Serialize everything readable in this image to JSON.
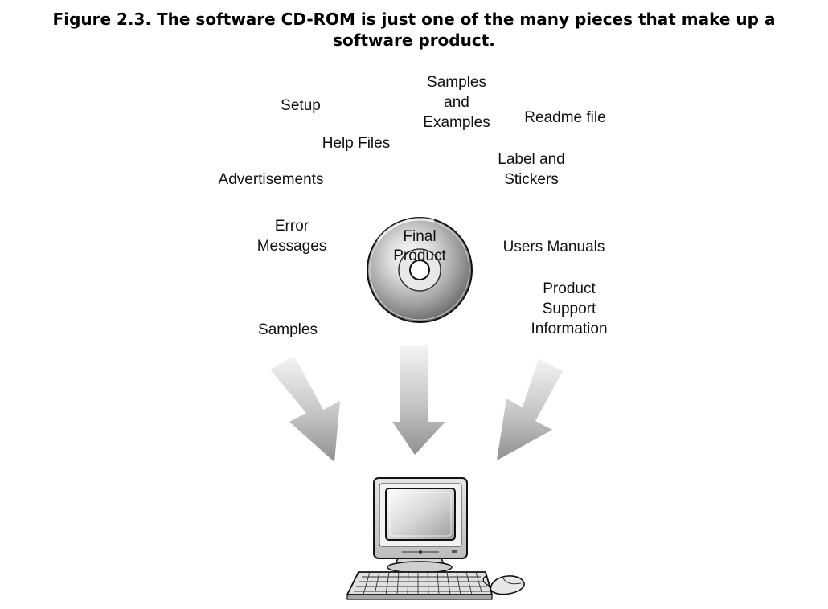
{
  "figure": {
    "caption_line1": "Figure 2.3. The software CD-ROM is just one of the many pieces that make up a",
    "caption_line2": "software product."
  },
  "disc": {
    "line1": "Final",
    "line2": "Product"
  },
  "pieces": [
    {
      "lines": [
        "Setup"
      ]
    },
    {
      "lines": [
        "Samples",
        "and",
        "Examples"
      ]
    },
    {
      "lines": [
        "Readme file"
      ]
    },
    {
      "lines": [
        "Help Files"
      ]
    },
    {
      "lines": [
        "Label and",
        "Stickers"
      ]
    },
    {
      "lines": [
        "Advertisements"
      ]
    },
    {
      "lines": [
        "Error",
        "Messages"
      ]
    },
    {
      "lines": [
        "Users Manuals"
      ]
    },
    {
      "lines": [
        "Product",
        "Support",
        "Information"
      ]
    },
    {
      "lines": [
        "Samples"
      ]
    }
  ],
  "colors": {
    "arrow_light": "#f2f2f2",
    "arrow_dark": "#9a9a9a",
    "disc_dark": "#6e6e6e",
    "disc_light": "#ededed",
    "outline": "#111111"
  },
  "icons": [
    "cd-disc-icon",
    "arrow-down-icon",
    "computer-icon"
  ]
}
